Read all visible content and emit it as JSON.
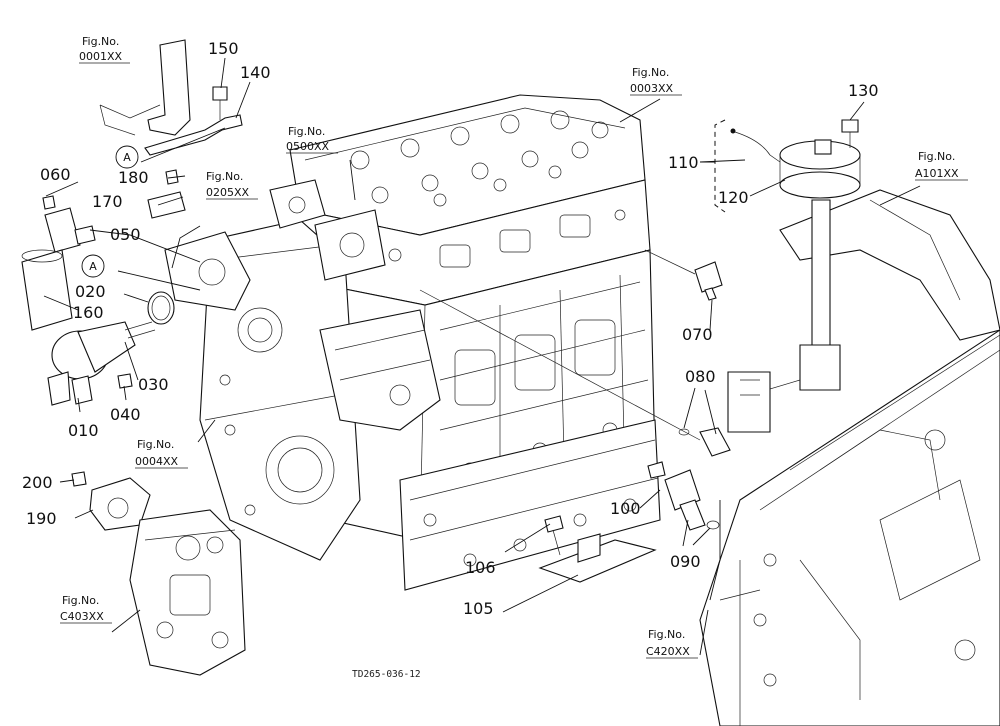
{
  "diagram": {
    "drawing_code": "TD265-036-12",
    "callouts": [
      "010",
      "020",
      "030",
      "040",
      "050",
      "060",
      "070",
      "080",
      "090",
      "100",
      "105",
      "106",
      "110",
      "120",
      "130",
      "140",
      "150",
      "160",
      "170",
      "180",
      "190",
      "200"
    ],
    "reference_marker": "A",
    "figure_refs": [
      {
        "label": "Fig.No.",
        "code": "0001XX"
      },
      {
        "label": "Fig.No.",
        "code": "0205XX"
      },
      {
        "label": "Fig.No.",
        "code": "0500XX"
      },
      {
        "label": "Fig.No.",
        "code": "0003XX"
      },
      {
        "label": "Fig.No.",
        "code": "A101XX"
      },
      {
        "label": "Fig.No.",
        "code": "0004XX"
      },
      {
        "label": "Fig.No.",
        "code": "C403XX"
      },
      {
        "label": "Fig.No.",
        "code": "C420XX"
      }
    ]
  }
}
